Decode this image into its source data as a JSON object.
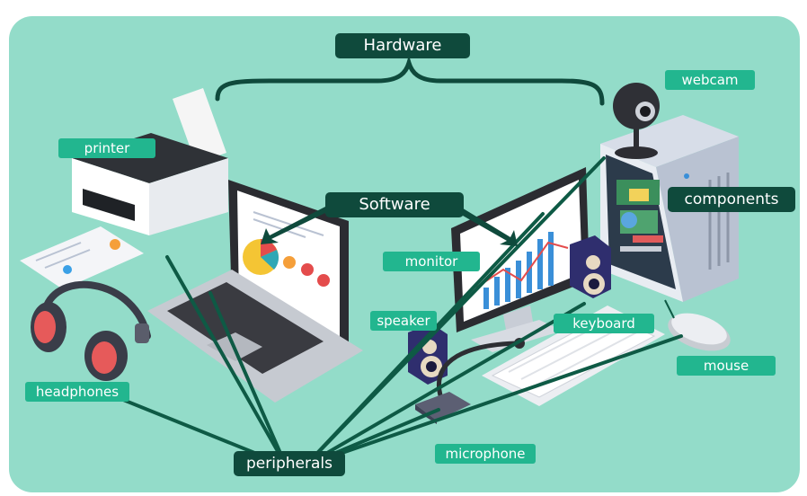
{
  "title": "Hardware",
  "software_label": "Software",
  "components_label": "components",
  "peripherals_label": "peripherals",
  "labels": {
    "webcam": "webcam",
    "printer": "printer",
    "monitor": "monitor",
    "speaker": "speaker",
    "keyboard": "keyboard",
    "mouse": "mouse",
    "headphones": "headphones",
    "microphone": "microphone"
  },
  "colors": {
    "background": "#93dcc9",
    "label_bg": "#22b68f",
    "dark": "#0f4a3c",
    "line": "#0e5a45"
  }
}
